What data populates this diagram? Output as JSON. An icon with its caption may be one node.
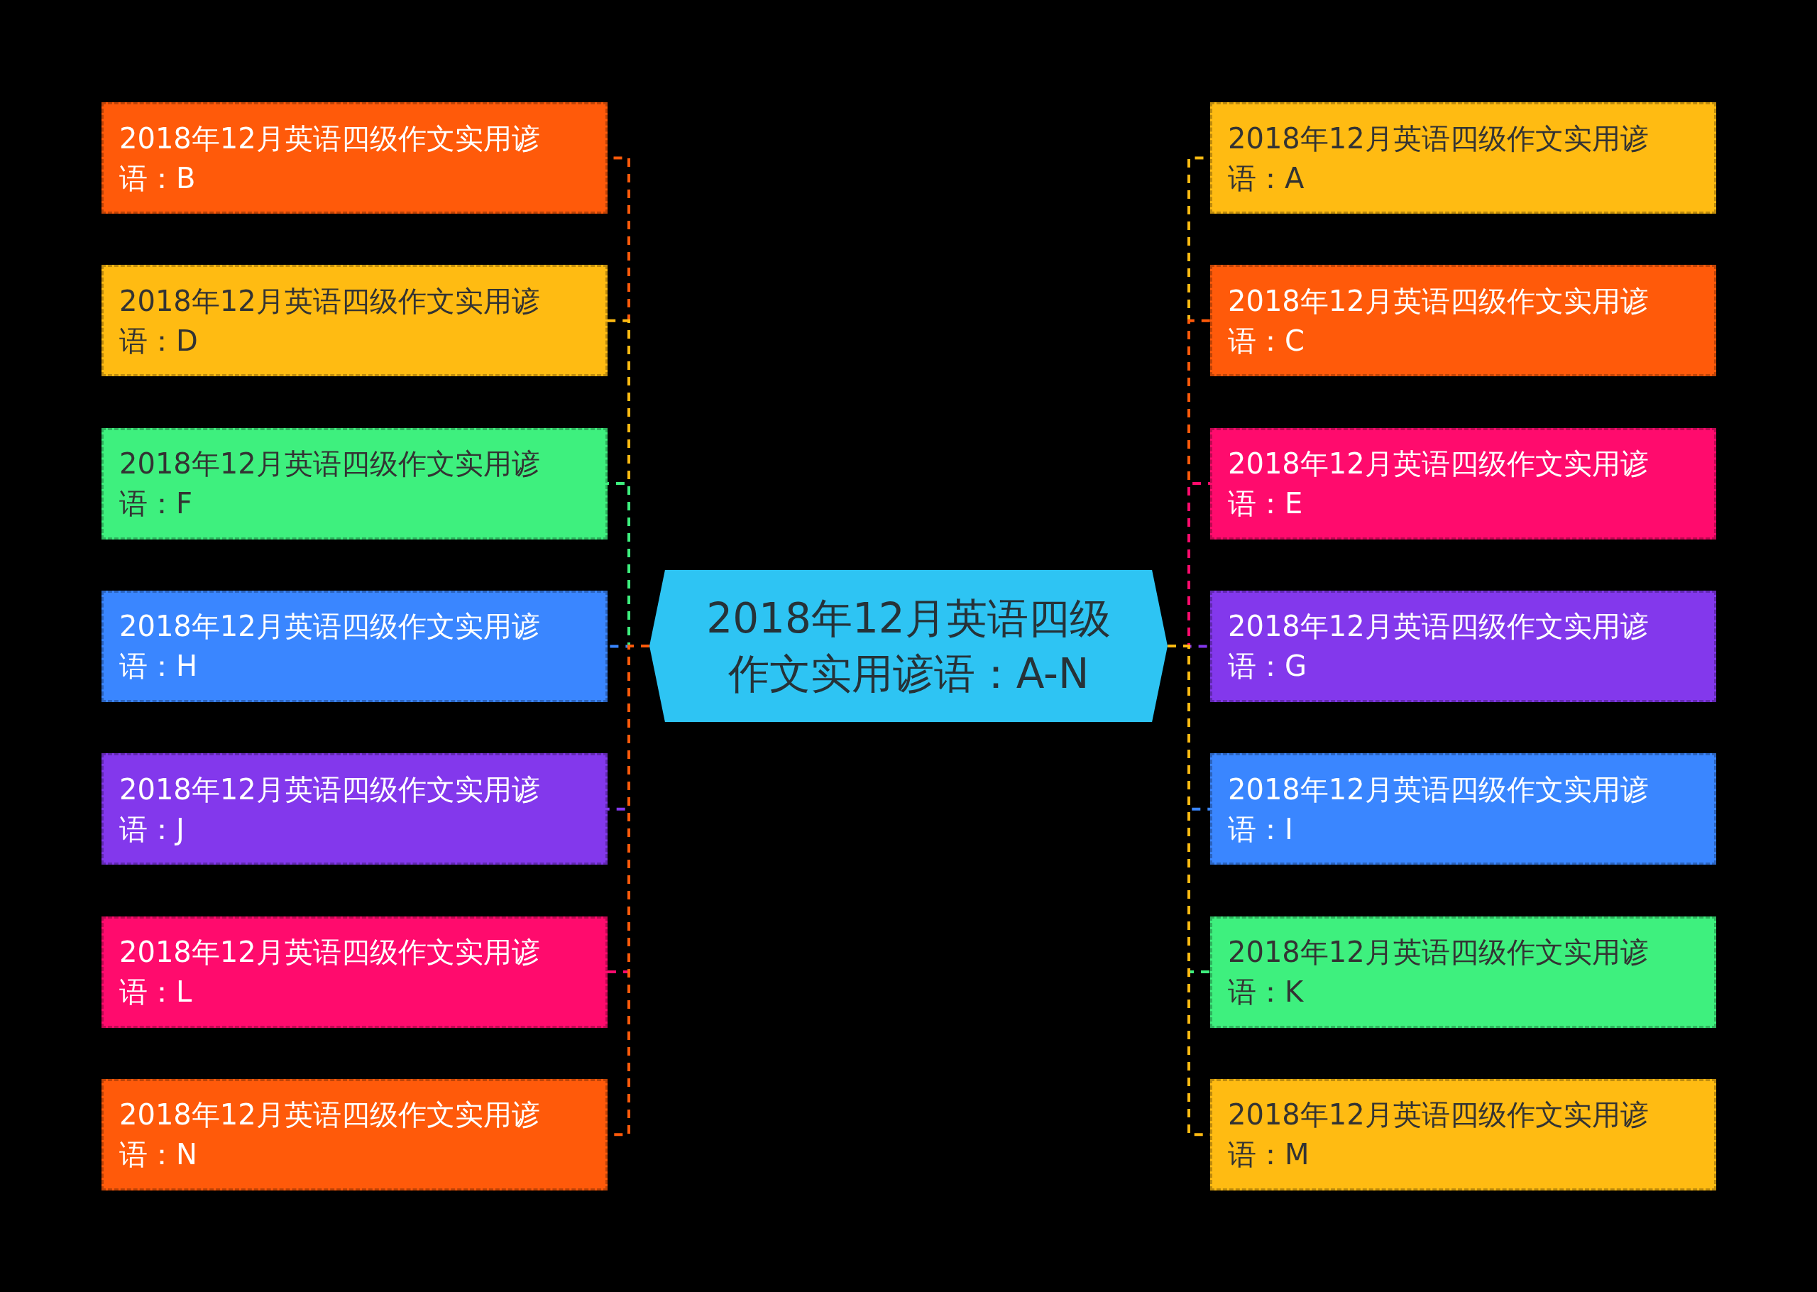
{
  "diagram": {
    "nodes": [
      {
        "text": [
          "2018年12月英语四级作文实用谚语：A-N"
        ]
      },
      {
        "text": [
          "2018年12月英语四级作文实用谚语：A"
        ]
      },
      {
        "text": [
          "2018年12月英语四级作文实用谚语：B"
        ]
      },
      {
        "text": [
          "2018年12月英语四级作文实用谚语：C"
        ]
      },
      {
        "text": [
          "2018年12月英语四级作文实用谚语：D"
        ]
      },
      {
        "text": [
          "2018年12月英语四级作文实用谚语：E"
        ]
      },
      {
        "text": [
          "2018年12月英语四级作文实用谚语：F"
        ]
      },
      {
        "text": [
          "2018年12月英语四级作文实用谚语：G"
        ]
      },
      {
        "text": [
          "2018年12月英语四级作文实用谚语：H"
        ]
      },
      {
        "text": [
          "2018年12月英语四级作文实用谚语：I"
        ]
      },
      {
        "text": [
          "2018年12月英语四级作文实用谚语：J"
        ]
      },
      {
        "text": [
          "2018年12月英语四级作文实用谚语：K"
        ]
      },
      {
        "text": [
          "2018年12月英语四级作文实用谚语：L"
        ]
      },
      {
        "text": [
          "2018年12月英语四级作文实用谚语：M"
        ]
      },
      {
        "text": [
          "2018年12月英语四级作文实用谚语：N"
        ]
      }
    ],
    "edges": [
      {
        "from": 0,
        "to": 1,
        "arrow": "none",
        "style": "dashed",
        "color": "#ffbb12"
      },
      {
        "from": 0,
        "to": 2,
        "arrow": "none",
        "style": "dashed",
        "color": "#ff5a0a"
      },
      {
        "from": 0,
        "to": 3,
        "arrow": "none",
        "style": "dashed",
        "color": "#ff5a0a"
      },
      {
        "from": 0,
        "to": 4,
        "arrow": "none",
        "style": "dashed",
        "color": "#ffbb12"
      },
      {
        "from": 0,
        "to": 5,
        "arrow": "none",
        "style": "dashed",
        "color": "#ff0b6d"
      },
      {
        "from": 0,
        "to": 6,
        "arrow": "none",
        "style": "dashed",
        "color": "#3ef07e"
      },
      {
        "from": 0,
        "to": 7,
        "arrow": "none",
        "style": "dashed",
        "color": "#8338ec"
      },
      {
        "from": 0,
        "to": 8,
        "arrow": "none",
        "style": "dashed",
        "color": "#3a86ff"
      },
      {
        "from": 0,
        "to": 9,
        "arrow": "none",
        "style": "dashed",
        "color": "#3a86ff"
      },
      {
        "from": 0,
        "to": 10,
        "arrow": "none",
        "style": "dashed",
        "color": "#8338ec"
      },
      {
        "from": 0,
        "to": 11,
        "arrow": "none",
        "style": "dashed",
        "color": "#3ef07e"
      },
      {
        "from": 0,
        "to": 12,
        "arrow": "none",
        "style": "dashed",
        "color": "#ff0b6d"
      },
      {
        "from": 0,
        "to": 13,
        "arrow": "none",
        "style": "dashed",
        "color": "#ffbb12"
      },
      {
        "from": 0,
        "to": 14,
        "arrow": "none",
        "style": "dashed",
        "color": "#ff5a0a"
      }
    ]
  }
}
